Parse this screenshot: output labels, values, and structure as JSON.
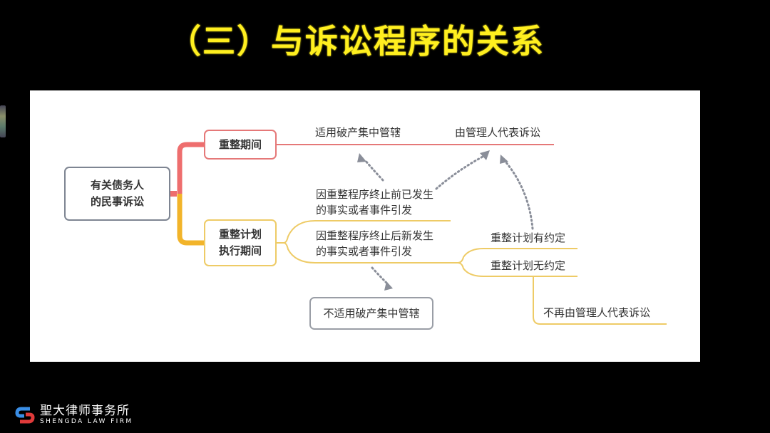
{
  "slide": {
    "title": "（三）与诉讼程序的关系",
    "title_color": "#ffef1f",
    "background": "#000000"
  },
  "diagram": {
    "root": {
      "line1": "有关债务人",
      "line2": "的民事诉讼"
    },
    "branches": [
      {
        "label": "重整期间",
        "color": "#e57878",
        "children": [
          {
            "label": "适用破产集中管辖"
          },
          {
            "label": "由管理人代表诉讼"
          }
        ]
      },
      {
        "label_line1": "重整计划",
        "label_line2": "执行期间",
        "color": "#eecb66",
        "children": [
          {
            "line1": "因重整程序终止前已发生",
            "line2": "的事实或者事件引发"
          },
          {
            "line1": "因重整程序终止后新发生",
            "line2": "的事实或者事件引发",
            "children": [
              {
                "label": "重整计划有约定"
              },
              {
                "label": "重整计划无约定",
                "children": [
                  {
                    "label": "不再由管理人代表诉讼"
                  }
                ]
              }
            ]
          }
        ]
      }
    ],
    "detached_box": {
      "label": "不适用破产集中管辖"
    },
    "arrow_color": "#8a8e99"
  },
  "footer": {
    "logo_cn": "聖大律师事务所",
    "logo_en": "SHENGDA LAW FIRM"
  }
}
